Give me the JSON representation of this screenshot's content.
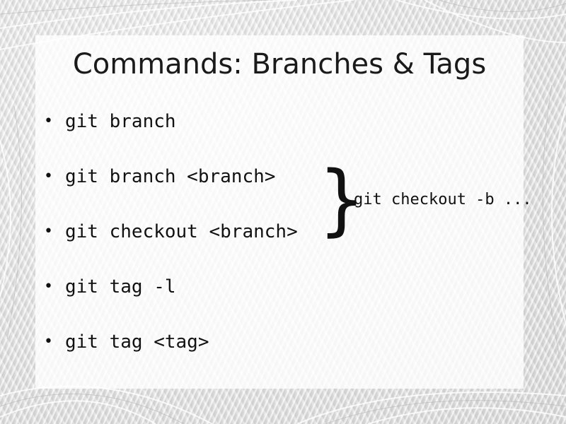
{
  "slide": {
    "title": "Commands: Branches & Tags",
    "bullet_symbol": "•",
    "items": [
      {
        "text": "git branch"
      },
      {
        "text": "git branch <branch>"
      },
      {
        "text": "git checkout <branch>"
      },
      {
        "text": "git tag -l"
      },
      {
        "text": "git tag <tag>"
      }
    ],
    "brace": {
      "symbol": "}",
      "note": "git checkout -b ..."
    }
  },
  "colors": {
    "text": "#111111",
    "panel": "#ffffff",
    "background": "#e9e9e9"
  }
}
